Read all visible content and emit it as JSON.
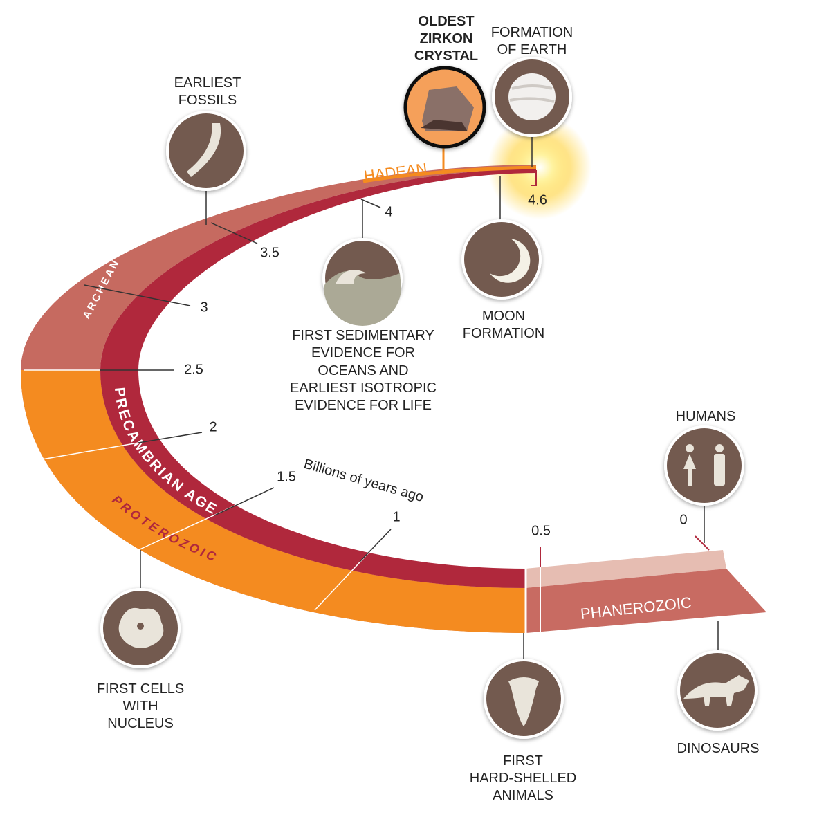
{
  "axis_label": "Billions of years ago",
  "eras": {
    "hadean": "HADEAN",
    "archean": "ARCHEAN",
    "precambrian": "PRECAMBRIAN AGE",
    "proterozoic": "PROTEROZOIC",
    "phanerozoic": "PHANEROZOIC"
  },
  "ticks": [
    "4.6",
    "4",
    "3.5",
    "3",
    "2.5",
    "2",
    "1.5",
    "1",
    "0.5",
    "0"
  ],
  "events": {
    "earliest_fossils": [
      "EARLIEST",
      "FOSSILS"
    ],
    "oldest_zirkon": [
      "OLDEST",
      "ZIRKON",
      "CRYSTAL"
    ],
    "formation_earth": [
      "FORMATION",
      "OF EARTH"
    ],
    "sedimentary": [
      "FIRST SEDIMENTARY",
      "EVIDENCE FOR",
      "OCEANS AND",
      "EARLIEST ISOTROPIC",
      "EVIDENCE FOR LIFE"
    ],
    "moon": [
      "MOON",
      "FORMATION"
    ],
    "humans": [
      "HUMANS"
    ],
    "first_cells": [
      "FIRST CELLS",
      "WITH",
      "NUCLEUS"
    ],
    "hard_shelled": [
      "FIRST",
      "HARD-SHELLED",
      "ANIMALS"
    ],
    "dinosaurs": [
      "DINOSAURS"
    ]
  },
  "colors": {
    "archean": "#c66a60",
    "precambrian": "#b0283c",
    "proterozoic": "#f48b20",
    "phanerozoic": "#c86b62",
    "phanerozoic_light": "#e6bdb2",
    "icon": "#735a4f",
    "zirkon": "#f5a05a"
  }
}
